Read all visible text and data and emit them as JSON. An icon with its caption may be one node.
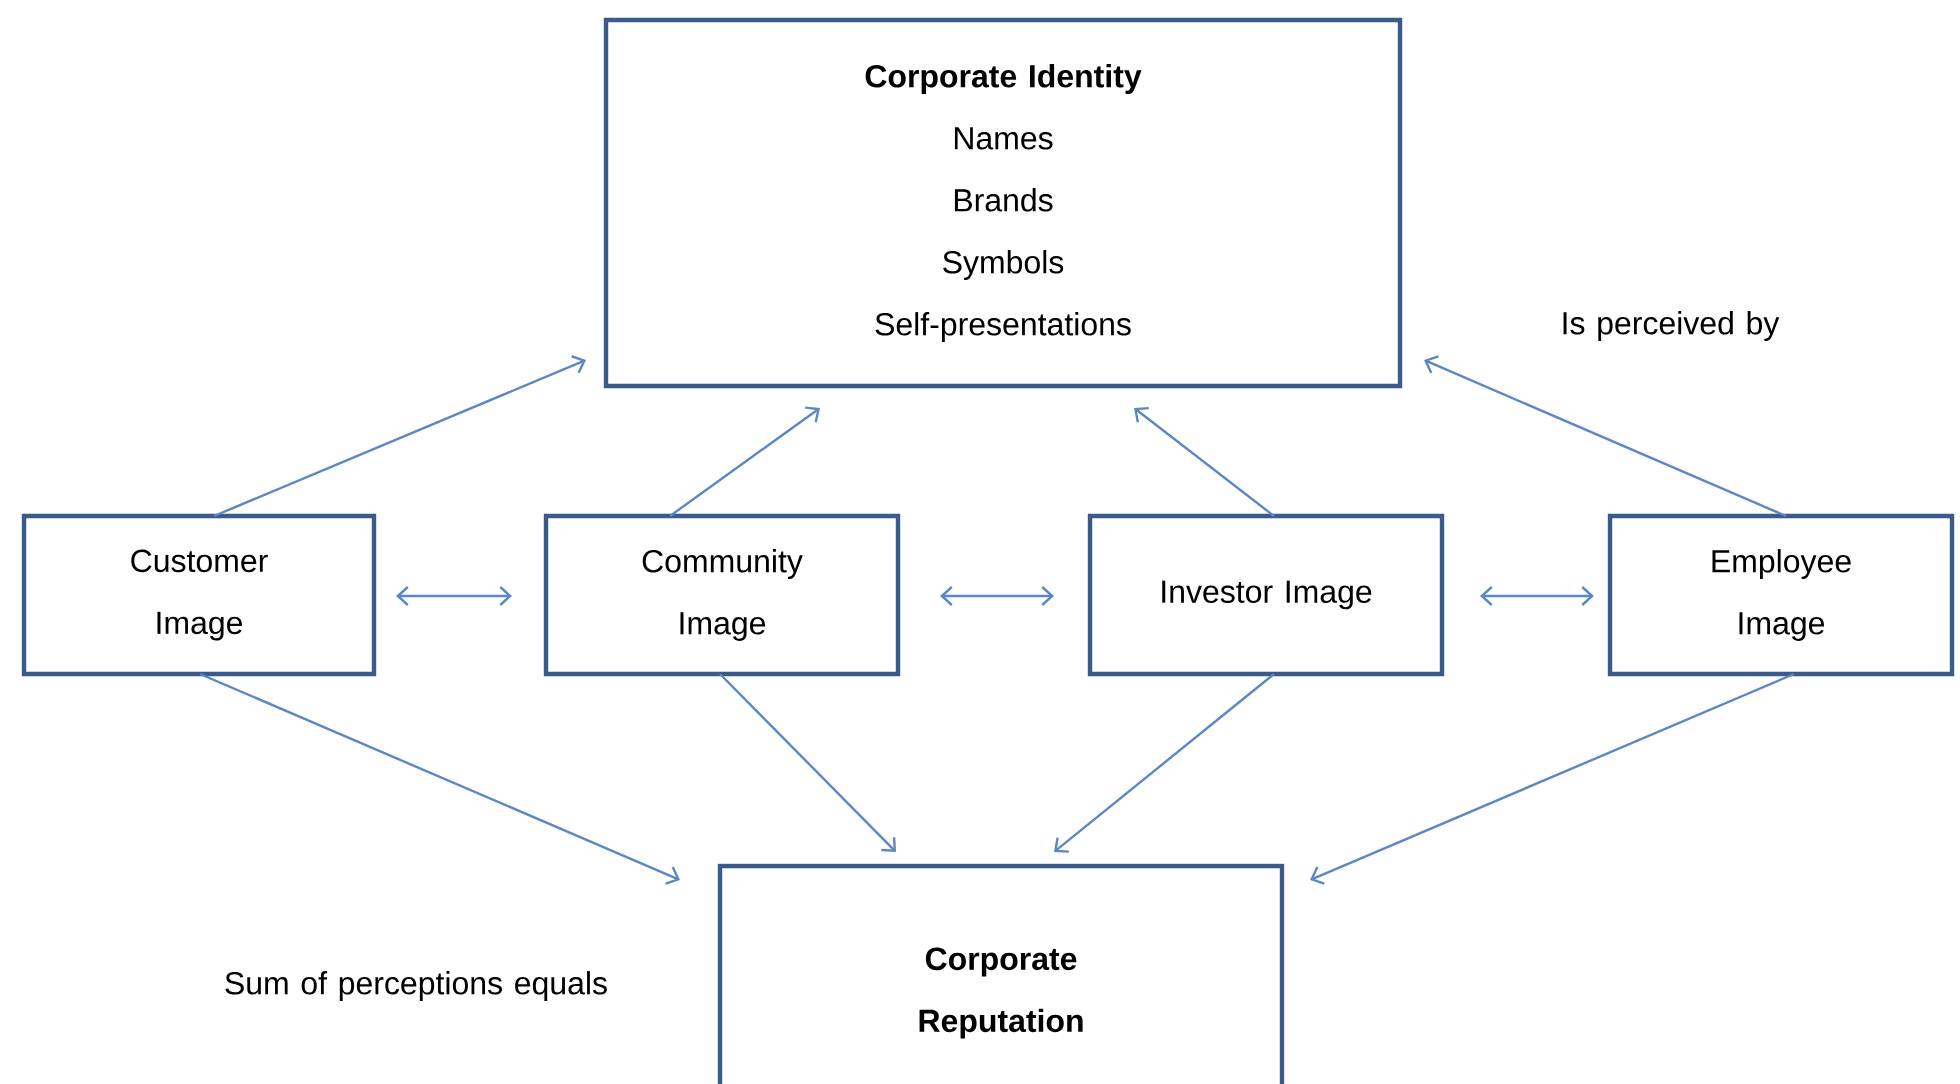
{
  "diagram": {
    "nodes": [
      {
        "text": [
          "Corporate Identity",
          "Names",
          "Brands",
          "Symbols",
          "Self-presentations"
        ]
      },
      {
        "text": [
          "Customer Image"
        ]
      },
      {
        "text": [
          "Community Image"
        ]
      },
      {
        "text": [
          "Investor Image"
        ]
      },
      {
        "text": [
          "Employee Image"
        ]
      },
      {
        "text": [
          "Corporate Reputation"
        ]
      }
    ],
    "edges": [
      {
        "from": 1,
        "to": 0,
        "arrow": "to"
      },
      {
        "from": 2,
        "to": 0,
        "arrow": "to"
      },
      {
        "from": 3,
        "to": 0,
        "arrow": "to"
      },
      {
        "from": 4,
        "to": 0,
        "arrow": "to"
      },
      {
        "from": 1,
        "to": 2,
        "arrow": "both"
      },
      {
        "from": 2,
        "to": 3,
        "arrow": "both"
      },
      {
        "from": 3,
        "to": 4,
        "arrow": "both"
      },
      {
        "from": 1,
        "to": 5,
        "arrow": "to"
      },
      {
        "from": 2,
        "to": 5,
        "arrow": "to"
      },
      {
        "from": 3,
        "to": 5,
        "arrow": "to"
      },
      {
        "from": 4,
        "to": 5,
        "arrow": "to"
      }
    ],
    "labels": [
      "Is perceived by",
      "Sum of perceptions equals"
    ]
  }
}
